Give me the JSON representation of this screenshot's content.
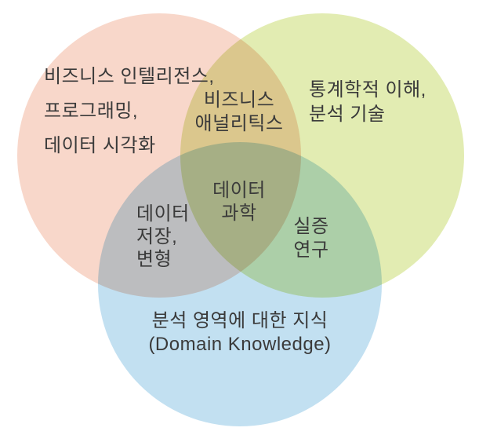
{
  "diagram": {
    "type": "venn",
    "description": "Data science skills Venn diagram (Korean)",
    "colors": {
      "business_circle": "#f8d7ca",
      "statistics_circle": "#e2ecb2",
      "domain_circle": "#c2e0f1",
      "overlap_business_statistics": "#e2c98e",
      "overlap_business_domain": "#c5c2c3",
      "overlap_statistics_domain": "#a8cca8",
      "overlap_center": "#a8aa83",
      "text": "#3a3a3a",
      "background": "#ffffff"
    },
    "circles": [
      {
        "id": "business",
        "label_region": "business_skills"
      },
      {
        "id": "statistics",
        "label_region": "statistics_skills"
      },
      {
        "id": "domain",
        "label_region": "domain_knowledge"
      }
    ],
    "regions": {
      "business_skills": {
        "area": "business only",
        "lines": [
          "비즈니스 인텔리전스,",
          "프로그래밍,",
          "데이터 시각화"
        ]
      },
      "business_analytics": {
        "area": "business ∩ statistics",
        "lines": [
          "비즈니스",
          "애널리틱스"
        ]
      },
      "statistics_skills": {
        "area": "statistics only",
        "lines": [
          "통계학적 이해,",
          "분석 기술"
        ]
      },
      "data_science": {
        "area": "business ∩ statistics ∩ domain (center)",
        "lines": [
          "데이터",
          "과학"
        ]
      },
      "data_storage": {
        "area": "business ∩ domain",
        "lines": [
          "데이터",
          "저장,",
          "변형"
        ]
      },
      "empirical_research": {
        "area": "statistics ∩ domain",
        "lines": [
          "실증",
          "연구"
        ]
      },
      "domain_knowledge": {
        "area": "domain only",
        "lines": [
          "분석 영역에 대한 지식",
          "(Domain Knowledge)"
        ]
      }
    }
  }
}
